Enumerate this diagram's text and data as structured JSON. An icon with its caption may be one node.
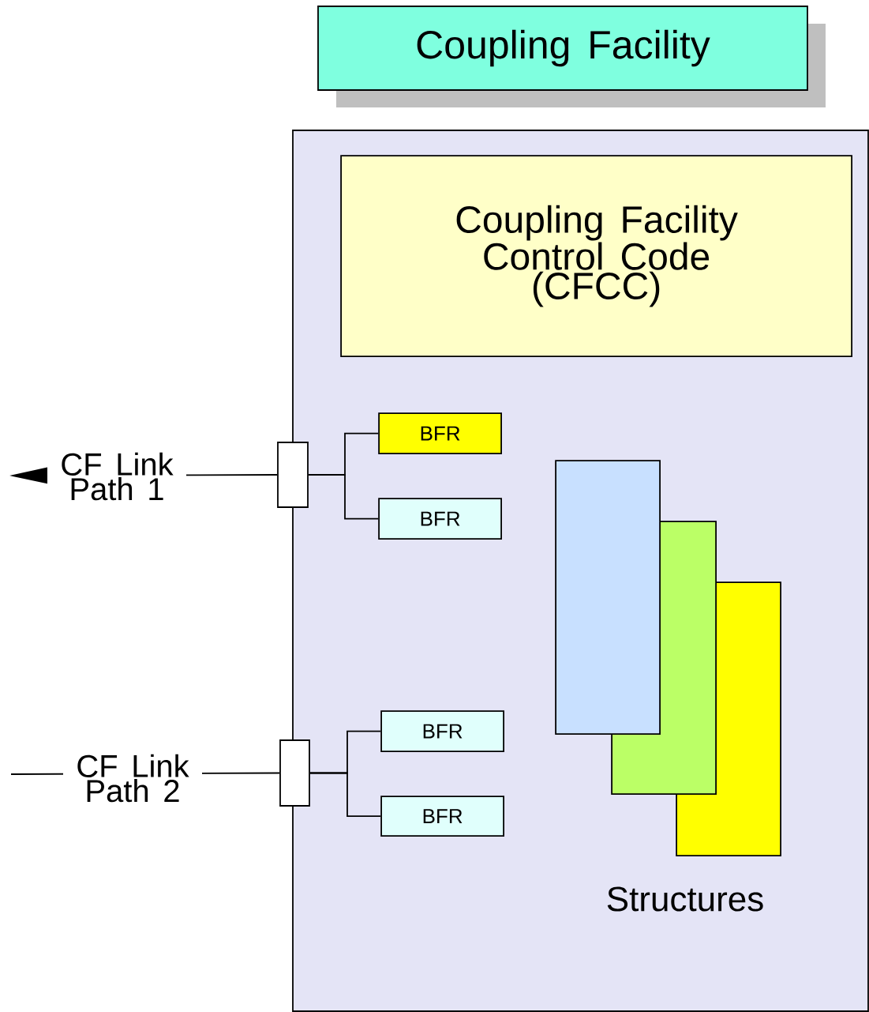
{
  "diagram": {
    "nodes": [
      {
        "text": [
          "Coupling Facility"
        ]
      },
      {
        "text": [],
        "shape": "box"
      },
      {
        "text": [
          "Coupling Facility Control Code (CFCC)"
        ],
        "in": 1
      },
      {
        "text": [],
        "shape": "box"
      },
      {
        "text": [
          "BFR"
        ],
        "in": 1
      },
      {
        "text": [
          "BFR"
        ],
        "in": 1
      },
      {
        "text": [],
        "shape": "box"
      },
      {
        "text": [
          "BFR"
        ],
        "in": 1
      },
      {
        "text": [
          "BFR"
        ],
        "in": 1
      },
      {
        "text": [],
        "shape": "box",
        "in": 1
      },
      {
        "text": [],
        "shape": "box",
        "in": 1
      },
      {
        "text": [],
        "shape": "box",
        "in": 1
      }
    ],
    "edges": [
      {
        "from": 3,
        "to": null,
        "arrow": "to",
        "label": "CF Link Path 1"
      },
      {
        "from": null,
        "to": 6,
        "arrow": "none",
        "label": "CF Link Path 2"
      },
      {
        "from": 3,
        "to": 4,
        "arrow": "none"
      },
      {
        "from": 3,
        "to": 5,
        "arrow": "none"
      },
      {
        "from": 6,
        "to": 7,
        "arrow": "none"
      },
      {
        "from": 6,
        "to": 8,
        "arrow": "none"
      }
    ],
    "labels": [
      "Structures"
    ]
  }
}
